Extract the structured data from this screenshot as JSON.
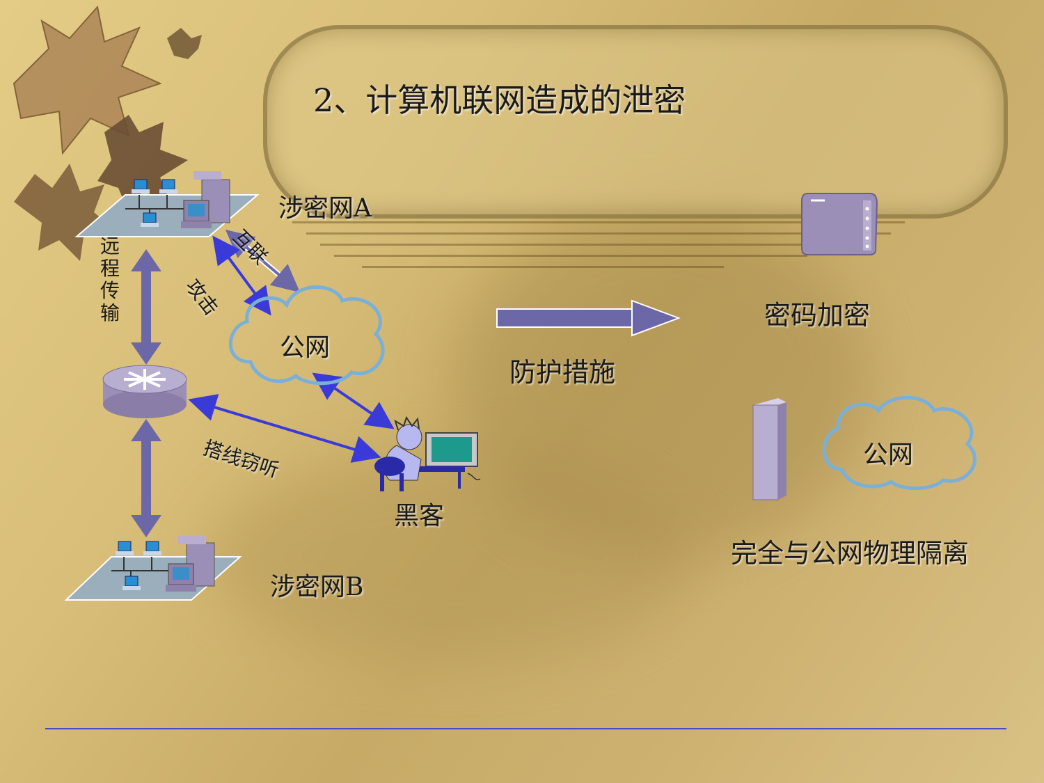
{
  "slide": {
    "title": "2、计算机联网造成的泄密"
  },
  "diagram": {
    "network_a_label": "涉密网A",
    "network_b_label": "涉密网B",
    "remote_transfer_label": "远程传输",
    "interconnect_label": "互联",
    "attack_label": "攻击",
    "public_net_label": "公网",
    "wiretap_label": "搭线窃听",
    "hacker_label": "黑客"
  },
  "measures": {
    "heading": "防护措施",
    "encryption_label": "密码加密",
    "public_net_label": "公网",
    "isolation_label": "完全与公网物理隔离"
  },
  "colors": {
    "arrow_fill": "#6c68a8",
    "link_blue": "#3a3ad8",
    "cloud_stroke": "#7ab0d8",
    "device_purple": "#9b8fb8",
    "rule_blue": "#4a4ac8"
  }
}
